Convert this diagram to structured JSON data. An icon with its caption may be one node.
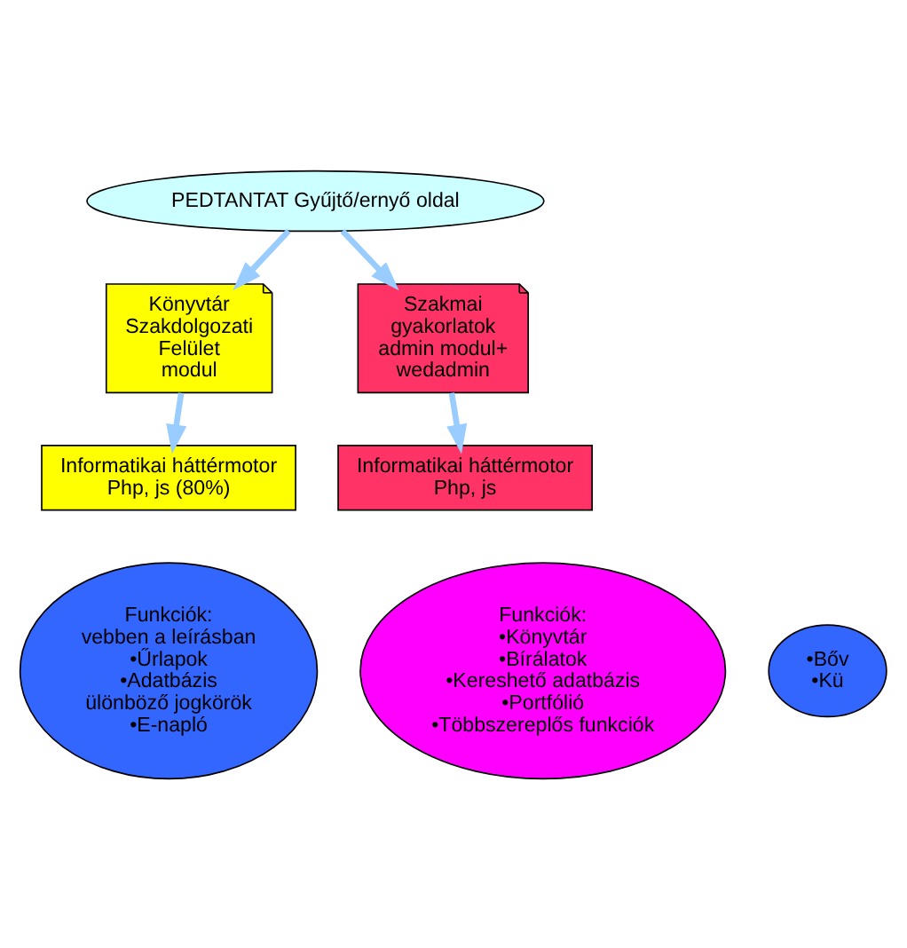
{
  "diagram": {
    "nodes": [
      {
        "text": [
          "PEDTANTAT Gyűjtő/ernyő oldal"
        ]
      },
      {
        "text": [
          "Könyvtár Szakdolgozati Felület modul"
        ]
      },
      {
        "text": [
          "Szakmai gyakorlatok admin modul+ wedadmin"
        ]
      },
      {
        "text": [
          "Informatikai háttérmotor Php, js (80%)"
        ]
      },
      {
        "text": [
          "Informatikai háttérmotor Php, js"
        ]
      },
      {
        "text": [
          "Funkciók:",
          "vebben a leírásban",
          "•Űrlapok",
          "•Adatbázis",
          "ülönböző jogkörök",
          "•E-napló"
        ]
      },
      {
        "text": [
          "Funkciók:",
          "•Könyvtár",
          "•Bírálatok",
          "•Kereshető adatbázis",
          "•Portfólió",
          "•Többszereplős funkciók"
        ]
      },
      {
        "text": [
          "•Bőv",
          "•Kü"
        ]
      }
    ],
    "edges": [
      {
        "from": 0,
        "to": 1,
        "arrow": "to"
      },
      {
        "from": 0,
        "to": 2,
        "arrow": "to"
      },
      {
        "from": 1,
        "to": 3,
        "arrow": "to"
      },
      {
        "from": 2,
        "to": 4,
        "arrow": "to"
      }
    ]
  }
}
